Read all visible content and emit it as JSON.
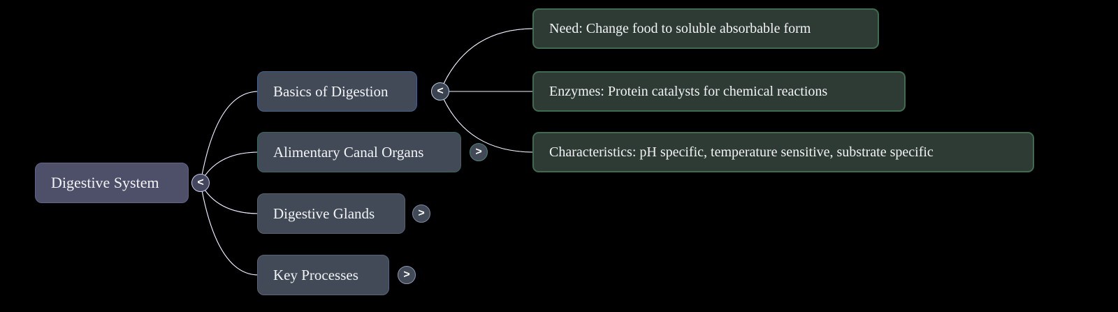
{
  "diagram": {
    "type": "mindmap",
    "root": {
      "label": "Digestive System",
      "toggle_glyph": "<",
      "state": "expanded"
    },
    "branches": [
      {
        "label": "Basics of Digestion",
        "toggle_glyph": "<",
        "state": "expanded",
        "children": [
          "Need: Change food to soluble absorbable form",
          "Enzymes: Protein catalysts for chemical reactions",
          "Characteristics: pH specific, temperature sensitive, substrate specific"
        ]
      },
      {
        "label": "Alimentary Canal Organs",
        "toggle_glyph": ">",
        "state": "collapsed",
        "children": []
      },
      {
        "label": "Digestive Glands",
        "toggle_glyph": ">",
        "state": "collapsed",
        "children": []
      },
      {
        "label": "Key Processes",
        "toggle_glyph": ">",
        "state": "collapsed",
        "children": []
      }
    ]
  },
  "colors": {
    "background": "#000000",
    "text": "#f2f3f5",
    "root_node_fill": "#4e4f68",
    "branch_node_fill": "#414a56",
    "leaf_node_fill": "#2e3b35",
    "leaf_node_border": "#3f6b50",
    "link_root_branch": "#9da2ec",
    "link_basics_branch": "#a9c7e6",
    "link_core": "#f5f5ff"
  }
}
